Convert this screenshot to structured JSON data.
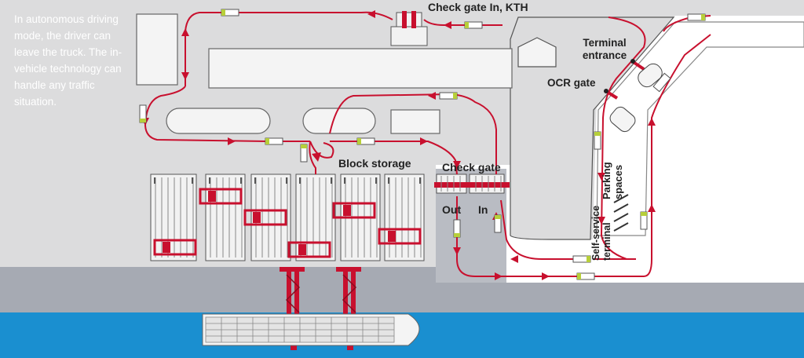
{
  "intro_text": "In autonomous driving mode, the driver can leave the truck. The in-vehicle technology can handle any traffic situation.",
  "labels": {
    "check_gate_in_kth": "Check gate In, KTH",
    "terminal_entrance": "Terminal entrance",
    "ocr_gate": "OCR gate",
    "block_storage": "Block storage",
    "check_gate": "Check gate",
    "out": "Out",
    "in": "In",
    "parking_spaces": "Parking spaces",
    "self_service_terminal": "Self-service terminal"
  },
  "colors": {
    "route": "#c8102e",
    "gate_red": "#c8102e",
    "ground": "#dcdcdd",
    "quay": "#a6aab3",
    "water": "#1a8fd0",
    "block": "#f2f2f2",
    "truck": "#b7cf3a"
  },
  "icons": [
    "truck-icon",
    "building-icon",
    "crane-icon",
    "ship-icon",
    "barrier-icon"
  ]
}
